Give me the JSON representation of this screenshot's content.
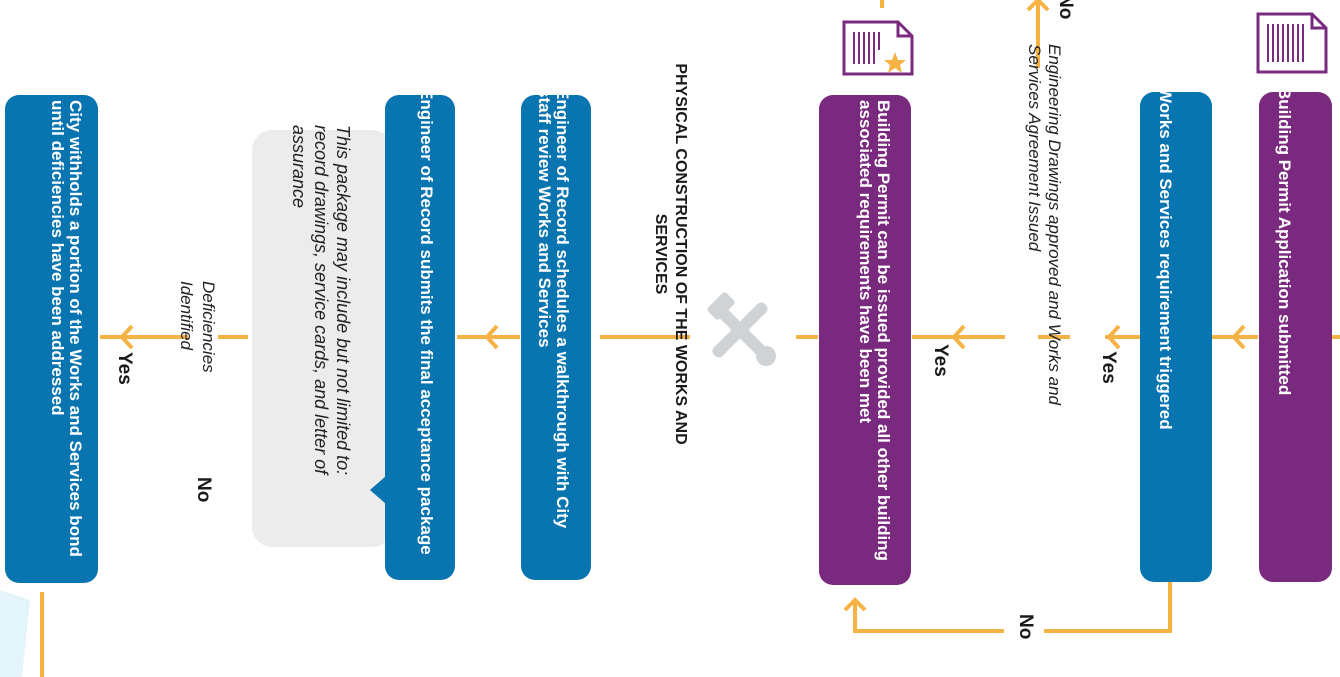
{
  "colors": {
    "blue": "#0874b0",
    "purple": "#7a2a7e",
    "orange": "#f6b244",
    "note_bg": "#ececec",
    "icon_gray": "#cfd3d6"
  },
  "boxes": {
    "app_submitted": "Building Permit Application submitted",
    "ws_triggered": "Works and Services requirement triggered",
    "permit_issued": "Building Permit can be issued provided all other building associated requirements have been met",
    "walkthrough": "Engineer of Record schedules a walkthrough with City staff review Works and Services",
    "final_package": "Engineer of Record submits the final acceptance package",
    "withhold_bond": "City withholds a portion of the Works and Services bond until deficiencies have been addressed"
  },
  "notes": {
    "eng_drawings": "Engineering Drawings approved and Works and Services Agreement Issued",
    "physical_construction": "PHYSICAL CONSTRUCTION OF THE WORKS AND SERVICES",
    "package_note": "This package may include but not limited to: record drawings, service cards, and letter of assurance",
    "deficiencies": "Deficiencies Identified"
  },
  "labels": {
    "yes_1": "Yes",
    "yes_2": "Yes",
    "yes_3": "Yes",
    "no_bottom": "No",
    "no_top": "No",
    "no_deficiencies": "No"
  },
  "icons": [
    "document-icon",
    "certificate-icon",
    "tools-icon"
  ]
}
